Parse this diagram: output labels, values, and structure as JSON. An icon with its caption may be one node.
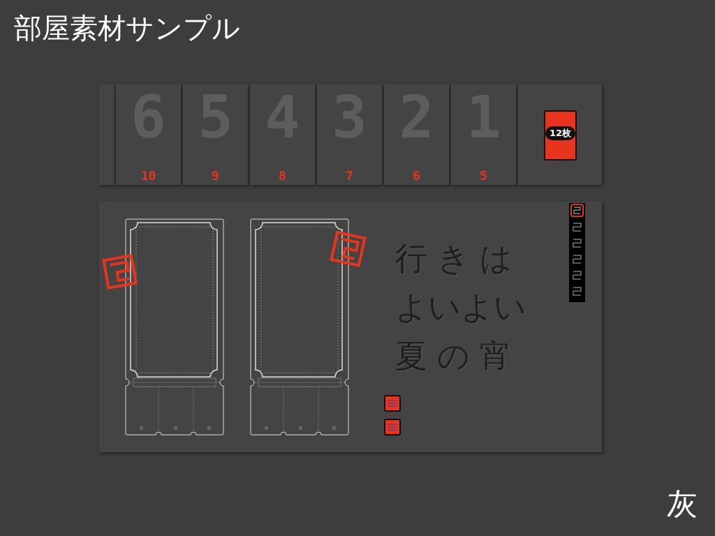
{
  "diagram": {
    "title": "部屋素材サンプル",
    "labels": [
      "6",
      "5",
      "4",
      "3",
      "2",
      "1",
      "10",
      "9",
      "8",
      "7",
      "6",
      "5",
      "12枚",
      "行きは",
      "よいよい",
      "夏の宵",
      "灰"
    ]
  }
}
